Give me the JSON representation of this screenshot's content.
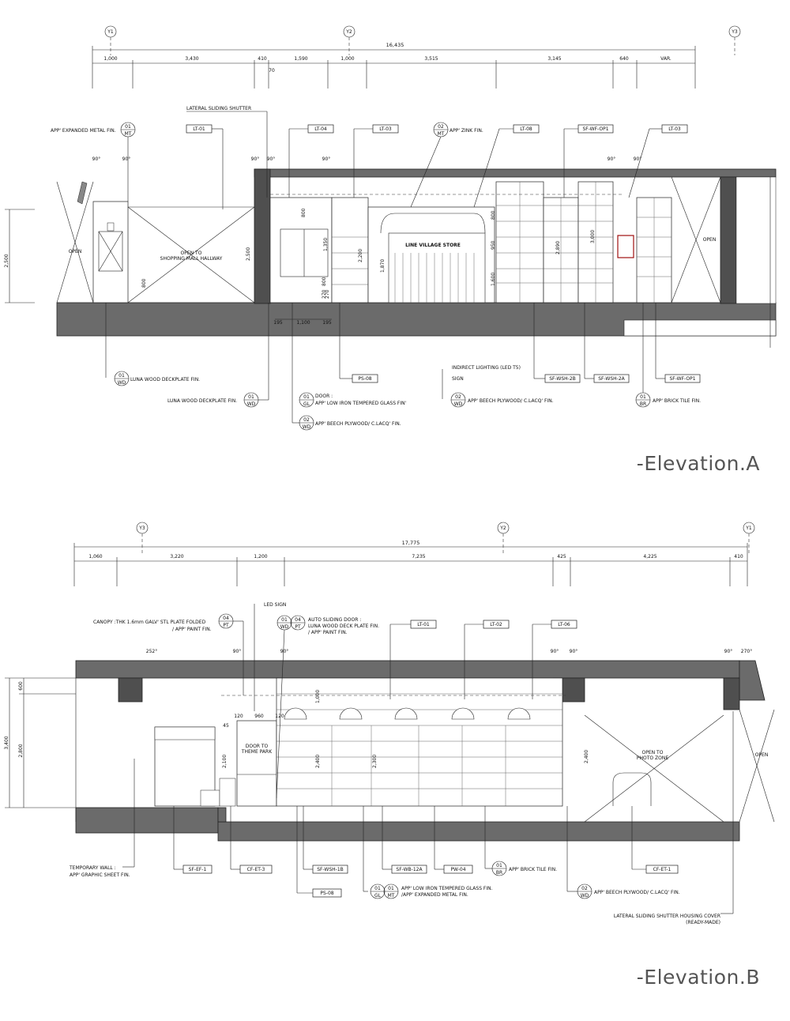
{
  "elevation_a": {
    "title": "-Elevation.A",
    "grid_labels": [
      "Y1",
      "Y2",
      "Y3"
    ],
    "overall_dim": "16,435",
    "dims": [
      "1,000",
      "3,430",
      "410",
      "1,590",
      "1,000",
      "3,515",
      "3,145",
      "640",
      "VAR."
    ],
    "sub_dim": "70",
    "angles": [
      "90°",
      "90°",
      "90°",
      "90°",
      "90°",
      "90°",
      "90°"
    ],
    "tags": [
      "LT-01",
      "LT-04",
      "LT-03",
      "LT-08",
      "SF-WF-OP1",
      "LT-03",
      "PS-08",
      "SF-WSH-2B",
      "SF-WSH-2A",
      "SF-WF-OP1"
    ],
    "labels": {
      "lateral_shutter": "LATERAL SLIDING SHUTTER",
      "expanded_metal": "APP' EXPANDED METAL FIN.",
      "zink": "APP' ZINK FIN.",
      "luna1": "LUNA WOOD DECKPLATE FIN.",
      "luna2": "LUNA WOOD DECKPLATE FIN.",
      "door": "DOOR :",
      "low_iron": "APP' LOW IRON TEMPERED GLASS FIN'",
      "beech1": "APP' BEECH PLYWOOD/ C.LACQ' FIN.",
      "indirect": "INDIRECT LIGHTING (LED T5)",
      "sign": "SIGN",
      "beech2": "APP' BEECH PLYWOOD/ C.LACQ' FIN.",
      "brick": "APP' BRICK TILE FIN.",
      "open_left": "OPEN",
      "open_right": "OPEN",
      "open_to": "OPEN TO",
      "mall": "SHOPPING MALL HALLWAY",
      "store_sign": "LINE VILLAGE STORE",
      "height": "2,500"
    },
    "inner_dims": [
      "800",
      "2,500",
      "800",
      "1,350",
      "2,200",
      "1,870",
      "800",
      "950",
      "1,600",
      "2,890",
      "3,000",
      "800",
      "1,100",
      "195",
      "195",
      "270",
      "270"
    ],
    "bubbles": [
      {
        "top": "01",
        "bot": "MT"
      },
      {
        "top": "02",
        "bot": "MT"
      },
      {
        "top": "01",
        "bot": "WD"
      },
      {
        "top": "01",
        "bot": "WD"
      },
      {
        "top": "01",
        "bot": "GL"
      },
      {
        "top": "02",
        "bot": "WD"
      },
      {
        "top": "02",
        "bot": "WD"
      },
      {
        "top": "01",
        "bot": "BR"
      }
    ]
  },
  "elevation_b": {
    "title": "-Elevation.B",
    "grid_labels": [
      "Y3",
      "Y2",
      "Y1"
    ],
    "overall_dim": "17,775",
    "dims": [
      "1,060",
      "3,220",
      "1,200",
      "7,235",
      "425",
      "4,225",
      "410"
    ],
    "angles": [
      "252°",
      "90°",
      "90°",
      "90°",
      "90°",
      "90°",
      "270°"
    ],
    "tags": [
      "LT-01",
      "LT-02",
      "LT-06",
      "SF-EF-1",
      "CF-ET-3",
      "SF-WSH-1B",
      "PS-08",
      "SF-WB-12A",
      "PW-04",
      "CF-ET-1"
    ],
    "labels": {
      "led_sign": "LED SIGN",
      "canopy1": "CANOPY :THK 1.6mm GALV' STL PLATE FOLDED",
      "canopy2": "/ APP' PAINT FIN.",
      "auto_door": "AUTO SLIDING DOOR :",
      "luna_deck": "LUNA WOOD DECK PLATE FIN.",
      "paint": "/ APP' PAINT FIN.",
      "temp_wall1": "TEMPORARY WALL :",
      "temp_wall2": "APP' GRAPHIC SHEET FIN.",
      "low_iron": "APP' LOW IRON TEMPERED GLASS FIN.",
      "expanded": "/APP' EXPANDED METAL FIN.",
      "brick": "APP' BRICK TILE FIN.",
      "beech": "APP' BEECH PLYWOOD/ C.LACQ' FIN.",
      "shutter_cover1": "LATERAL SLIDING SHUTTER HOUSING COVER",
      "shutter_cover2": "(READY-MADE)",
      "door_theme1": "DOOR TO",
      "door_theme2": "THEME PARK",
      "open_to": "OPEN TO",
      "photo_zone": "PHOTO ZONE",
      "open": "OPEN",
      "h_total": "3,400",
      "h_600": "600",
      "h_2800": "2,800"
    },
    "inner_dims": [
      "120",
      "960",
      "120",
      "45",
      "2,100",
      "1,000",
      "2,400",
      "2,300",
      "2,400"
    ],
    "bubbles": [
      {
        "top": "04",
        "bot": "PT"
      },
      {
        "top": "01",
        "bot": "WD"
      },
      {
        "top": "04",
        "bot": "PT"
      },
      {
        "top": "01",
        "bot": "GL"
      },
      {
        "top": "01",
        "bot": "MT"
      },
      {
        "top": "01",
        "bot": "BR"
      },
      {
        "top": "02",
        "bot": "WD"
      }
    ]
  }
}
